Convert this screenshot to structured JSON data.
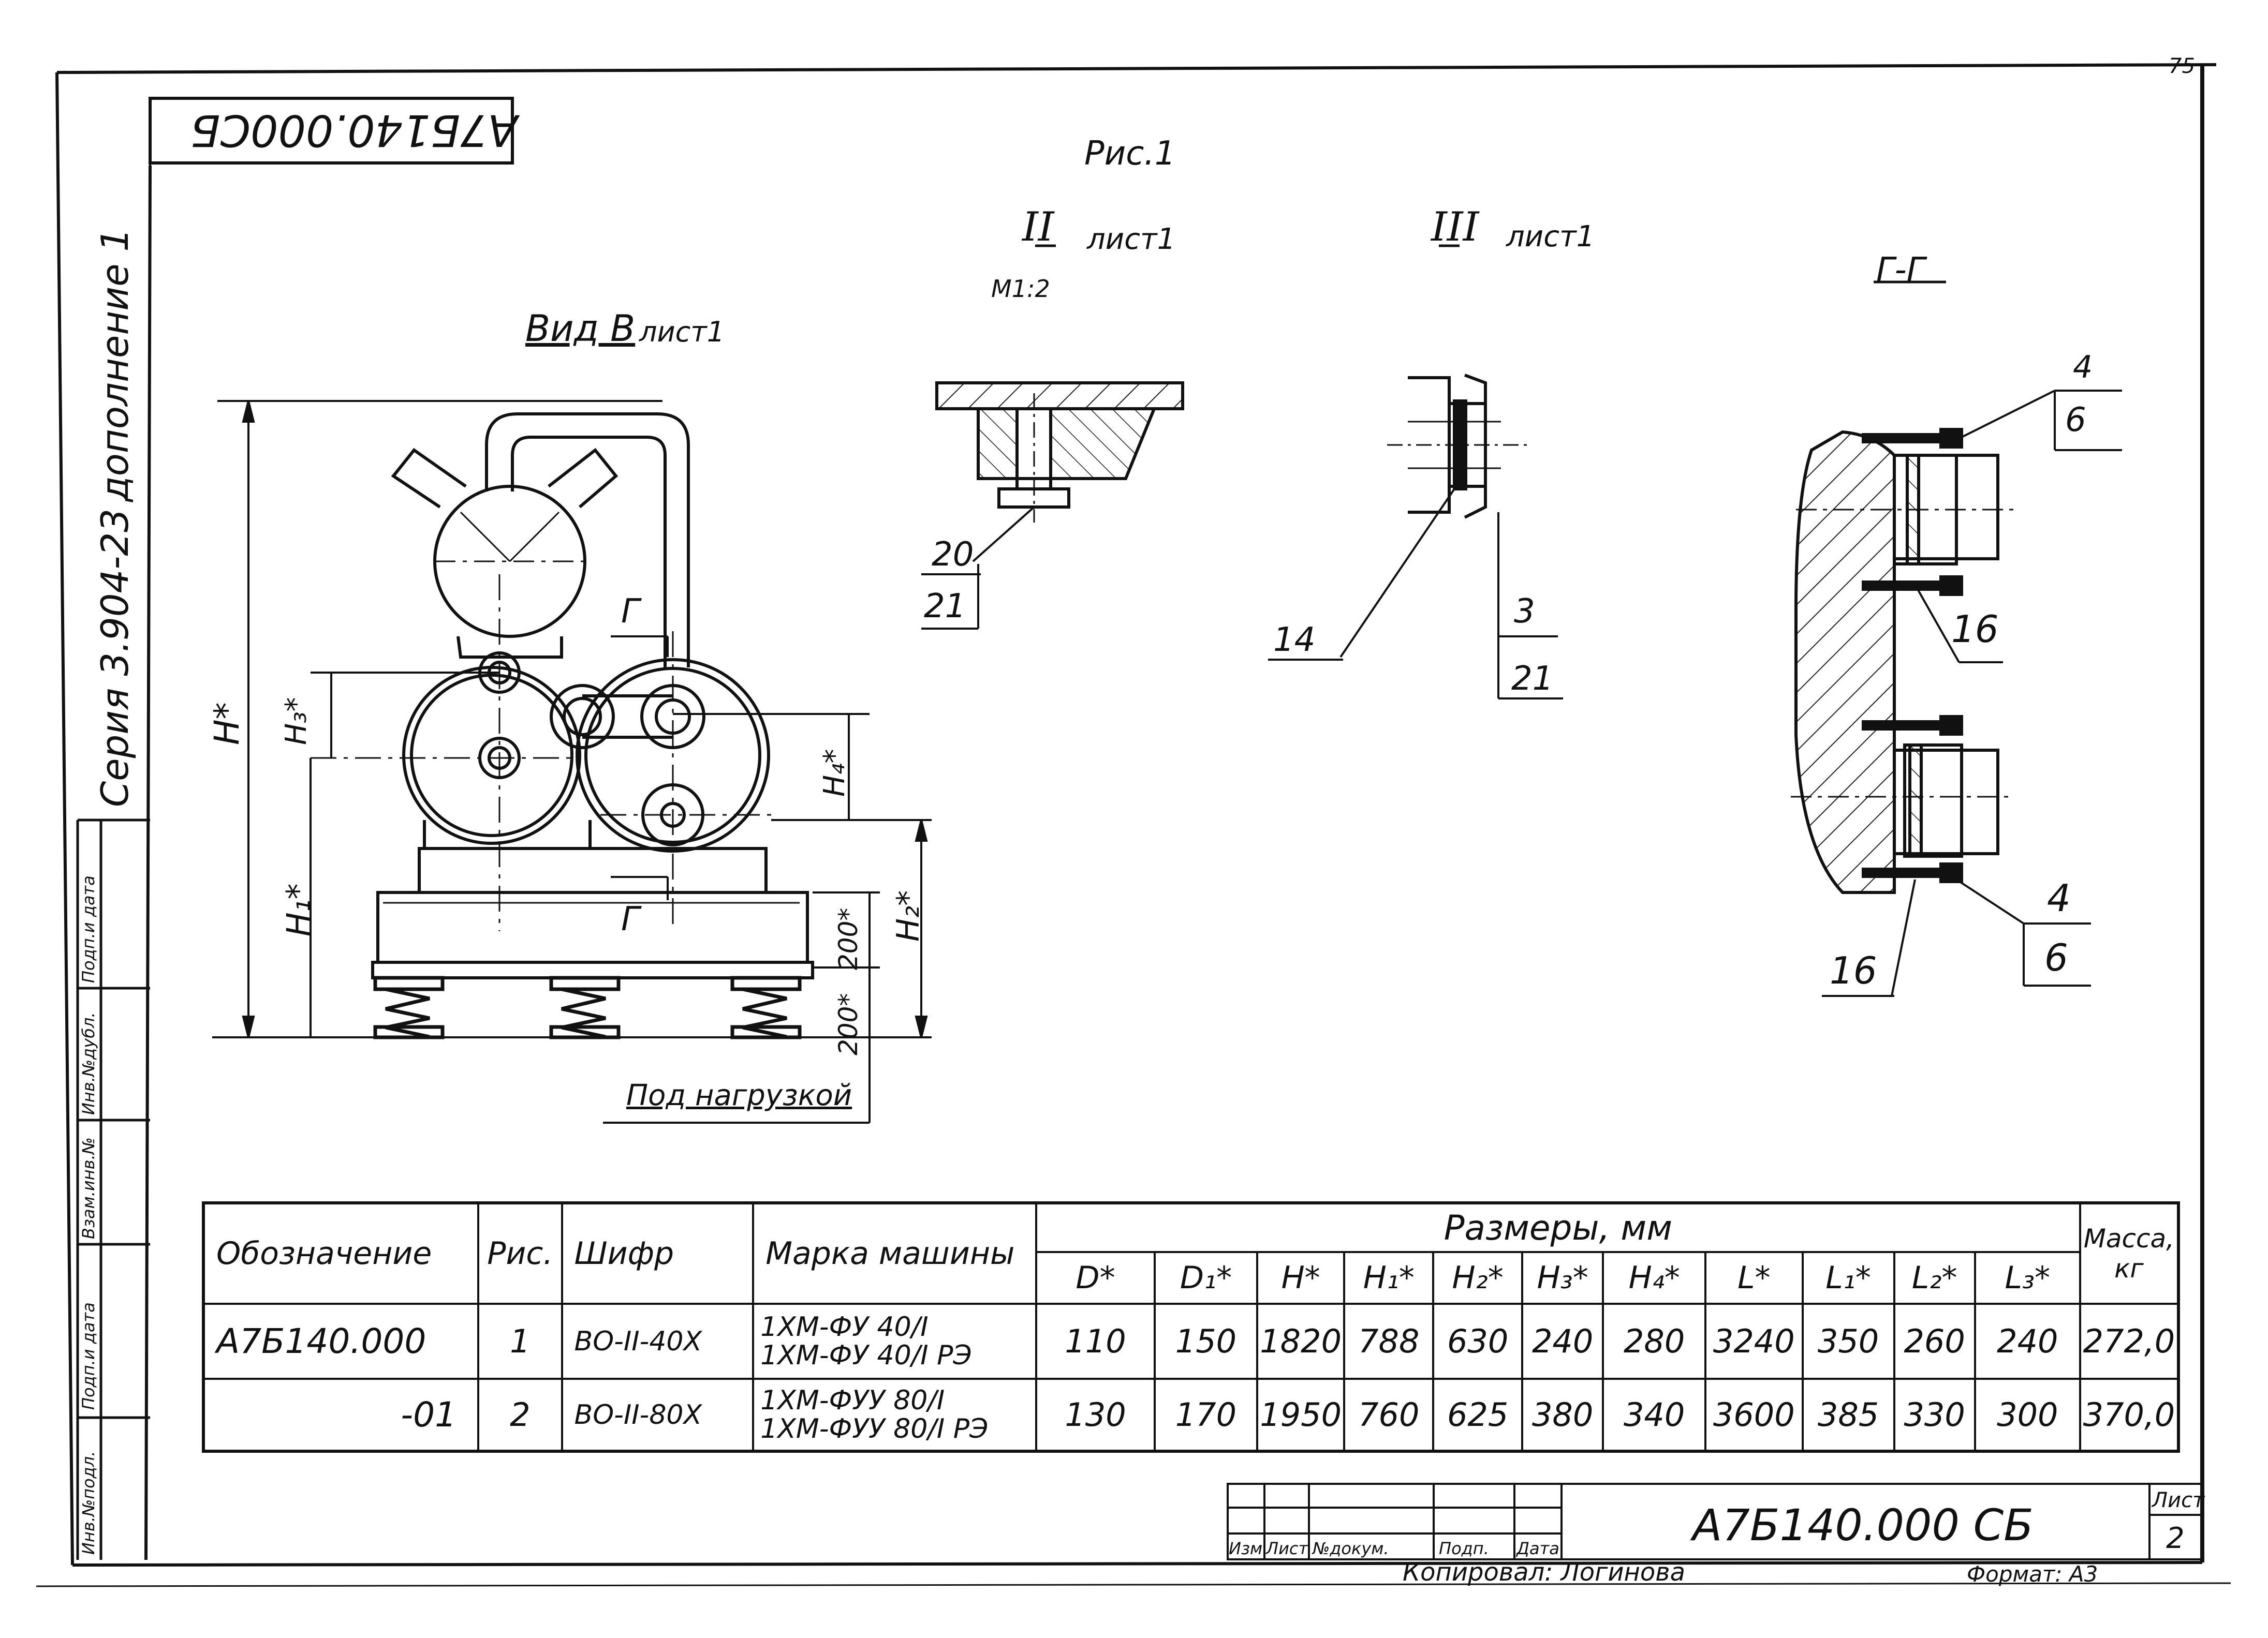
{
  "sheet": {
    "stamp_code": "А7Б140.000СБ",
    "page_mark": "75"
  },
  "side_strip": {
    "series": "Серия 3.904-23",
    "addition": "дополнение 1",
    "cells": [
      "Инв.№подл.",
      "Подп.и дата",
      "Взам.инв.№",
      "Инв.№дубл.",
      "Подп.и дата"
    ]
  },
  "drawing": {
    "fig_title": "Рис.1",
    "view_b": {
      "title": "Вид В",
      "sheet": "лист1"
    },
    "view_ii": {
      "numeral": "II",
      "sheet": "лист1",
      "scale": "М1:2",
      "callouts": [
        "20",
        "21"
      ]
    },
    "view_iii": {
      "numeral": "III",
      "sheet": "лист1",
      "callouts": [
        "14",
        "3",
        "21"
      ]
    },
    "section_gg": {
      "title": "Г-Г",
      "callouts": [
        "4",
        "6",
        "16",
        "16",
        "4",
        "6"
      ]
    },
    "dims": {
      "H": "Н*",
      "H1": "Н₁*",
      "H2": "Н₂*",
      "H3": "Н₃*",
      "H4": "Н₄*",
      "d200a": "200*",
      "d200b": "200*"
    },
    "section_mark": "Г",
    "under_load": "Под нагрузкой"
  },
  "table": {
    "headers": {
      "designation": "Обозначение",
      "fig": "Рис.",
      "code": "Шифр",
      "machine": "Марка машины",
      "dimensions": "Размеры, мм",
      "mass": "Масса, кг",
      "dim_cols": [
        "D*",
        "D₁*",
        "H*",
        "H₁*",
        "H₂*",
        "H₃*",
        "H₄*",
        "L*",
        "L₁*",
        "L₂*",
        "L₃*"
      ]
    },
    "rows": [
      {
        "designation": "А7Б140.000",
        "fig": "1",
        "code": "ВО-II-40Х",
        "machine": [
          "1ХМ-ФУ 40/I",
          "1ХМ-ФУ 40/I РЭ"
        ],
        "dims": [
          "110",
          "150",
          "1820",
          "788",
          "630",
          "240",
          "280",
          "3240",
          "350",
          "260",
          "240"
        ],
        "mass": "272,0"
      },
      {
        "designation": "-01",
        "fig": "2",
        "code": "ВО-II-80Х",
        "machine": [
          "1ХМ-ФУУ 80/I",
          "1ХМ-ФУУ 80/I РЭ"
        ],
        "dims": [
          "130",
          "170",
          "1950",
          "760",
          "625",
          "380",
          "340",
          "3600",
          "385",
          "330",
          "300"
        ],
        "mass": "370,0"
      }
    ]
  },
  "title_block": {
    "doc_code": "А7Б140.000 СБ",
    "captions": [
      "Изм",
      "Лист",
      "№докум.",
      "Подп.",
      "Дата"
    ],
    "sheet_label": "Лист",
    "sheet_no": "2",
    "copied": "Копировал: Логинова",
    "format": "Формат: А3"
  }
}
